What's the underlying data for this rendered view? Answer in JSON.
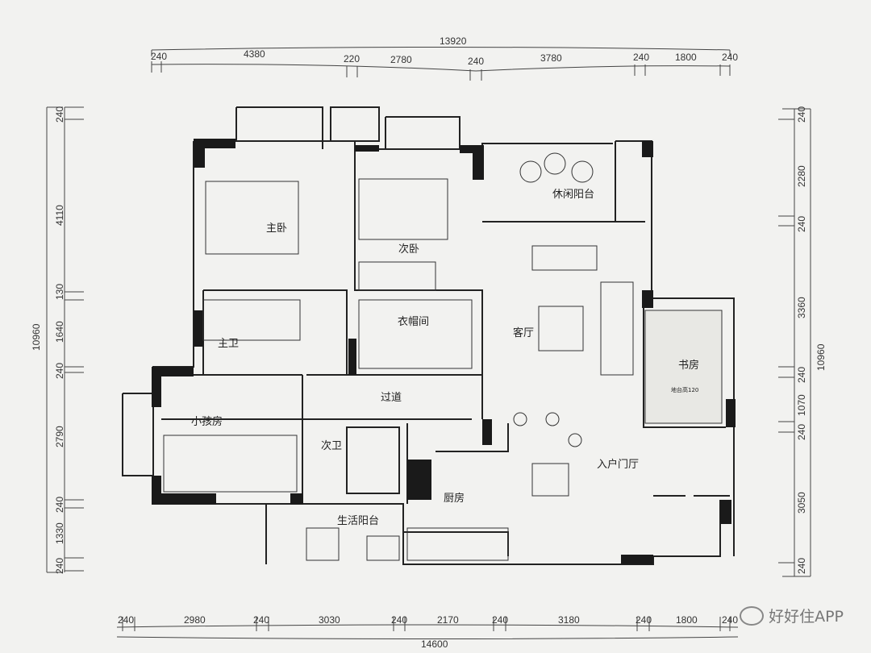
{
  "dimensions": {
    "top": {
      "total": "13920",
      "segments": [
        "240",
        "4380",
        "220",
        "2780",
        "240",
        "3780",
        "240",
        "1800",
        "240"
      ]
    },
    "left": {
      "total": "10960",
      "segments": [
        "240",
        "4110",
        "130",
        "1640",
        "240",
        "2790",
        "240",
        "1330",
        "240"
      ]
    },
    "right": {
      "total": "10960",
      "segments": [
        "240",
        "2280",
        "240",
        "3360",
        "240",
        "1070",
        "240",
        "3050",
        "240"
      ]
    },
    "bottom": {
      "total": "14600",
      "segments": [
        "240",
        "2980",
        "240",
        "3030",
        "240",
        "2170",
        "240",
        "3180",
        "240",
        "1800",
        "240"
      ]
    }
  },
  "rooms": {
    "master_bedroom": "主卧",
    "second_bedroom": "次卧",
    "leisure_balcony": "休闲阳台",
    "walk_in_closet": "衣帽间",
    "living_room": "客厅",
    "master_bath": "主卫",
    "study": "书房",
    "study_note": "地台高120",
    "corridor": "过道",
    "kids_room": "小孩房",
    "second_bath": "次卫",
    "entry_hall": "入户门厅",
    "kitchen": "厨房",
    "service_balcony": "生活阳台"
  },
  "watermark": "好好住APP"
}
